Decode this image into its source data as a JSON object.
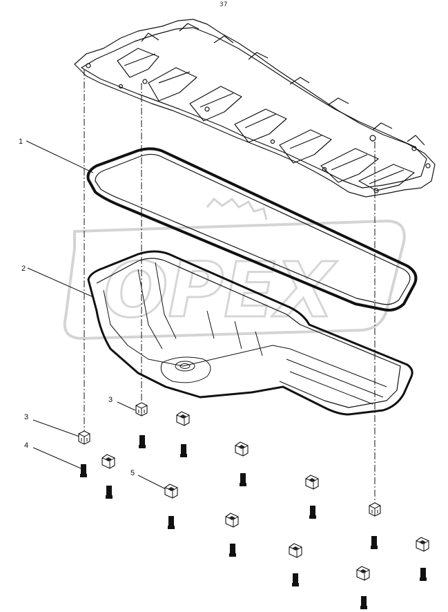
{
  "header": {
    "mark": "37"
  },
  "watermark": {
    "text": "OPEX"
  },
  "callouts": [
    {
      "id": "gasket",
      "label": "1"
    },
    {
      "id": "oil-pan",
      "label": "2"
    },
    {
      "id": "nut-a",
      "label": "3"
    },
    {
      "id": "nut-b",
      "label": "3"
    },
    {
      "id": "bolt",
      "label": "4"
    },
    {
      "id": "clip",
      "label": "5"
    }
  ],
  "colors": {
    "line": "#111111",
    "watermark": "#d9d9d9"
  }
}
